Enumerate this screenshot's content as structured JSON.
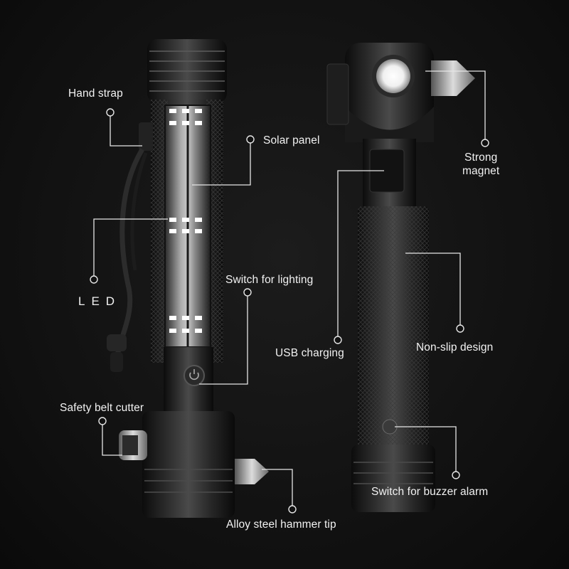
{
  "labels": {
    "hand_strap": "Hand strap",
    "solar_panel": "Solar panel",
    "led": "LED",
    "switch_lighting": "Switch for lighting",
    "safety_belt_cutter": "Safety belt cutter",
    "alloy_hammer_tip": "Alloy steel hammer tip",
    "strong_magnet": "Strong\nmagnet",
    "usb_charging": "USB charging",
    "non_slip_design": "Non-slip design",
    "switch_buzzer": "Switch for buzzer alarm"
  },
  "colors": {
    "background": "#111111",
    "callout_line": "#e6e6e6",
    "label_text": "#f2f2f2",
    "body_metal": "#1e1e1e",
    "led_white": "#ffffff"
  }
}
